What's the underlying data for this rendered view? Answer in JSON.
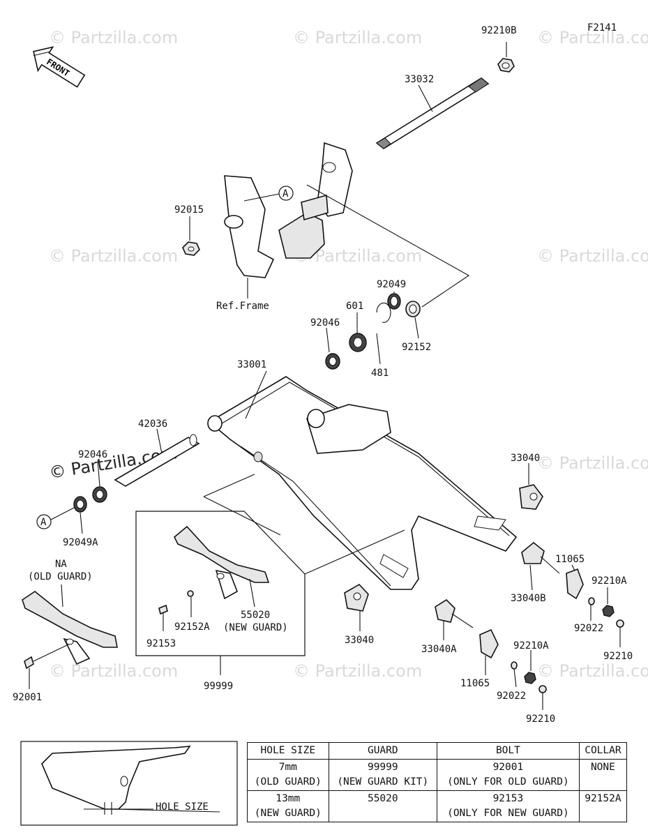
{
  "diagram_id": "F2141",
  "front_arrow_label": "FRONT",
  "watermark": "© Partzilla.com",
  "ref_frame_label": "Ref.Frame",
  "ref_marker": "A",
  "parts": {
    "p92210B": "92210B",
    "p33032": "33032",
    "p92015": "92015",
    "p92049": "92049",
    "p601": "601",
    "p92046_top": "92046",
    "p481": "481",
    "p92152": "92152",
    "p33001": "33001",
    "p42036": "42036",
    "p92046_left": "92046",
    "p92049A": "92049A",
    "p33040_right": "33040",
    "p11065_right": "11065",
    "p92210A_right": "92210A",
    "p33040B": "33040B",
    "p92022_right": "92022",
    "p92210_right": "92210",
    "p33040_center": "33040",
    "p33040A": "33040A",
    "p92210A_center": "92210A",
    "p11065_center": "11065",
    "p92022_center": "92022",
    "p92210_center": "92210",
    "p55020": "55020",
    "p55020_note": "(NEW GUARD)",
    "p92152A": "92152A",
    "p92153": "92153",
    "p99999": "99999",
    "na_label": "NA",
    "na_note": "(OLD GUARD)",
    "p92001": "92001"
  },
  "inset_label": "HOLE SIZE",
  "table": {
    "headers": [
      "HOLE SIZE",
      "GUARD",
      "BOLT",
      "COLLAR"
    ],
    "rows": [
      {
        "hole": "7mm",
        "hole_note": "(OLD GUARD)",
        "guard": "99999",
        "guard_note": "(NEW GUARD KIT)",
        "bolt": "92001",
        "bolt_note": "(ONLY FOR OLD GUARD)",
        "collar": "NONE"
      },
      {
        "hole": "13mm",
        "hole_note": "(NEW GUARD)",
        "guard": "55020",
        "guard_note": "",
        "bolt": "92153",
        "bolt_note": "(ONLY FOR NEW GUARD)",
        "collar": "92152A"
      }
    ]
  }
}
